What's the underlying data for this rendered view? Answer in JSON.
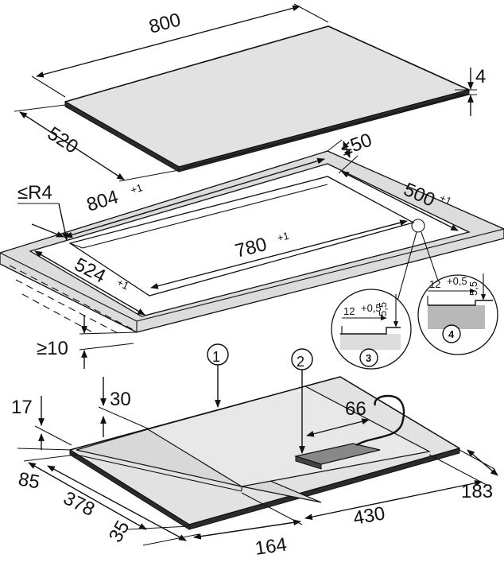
{
  "top_view": {
    "width": "800",
    "thickness": "4",
    "depth": "520"
  },
  "cutout": {
    "width": "804",
    "width_tol": "+1",
    "depth": "500",
    "depth_tol": "+1",
    "radius": "≤R4",
    "distance_back": "≤50",
    "inner_width": "780",
    "inner_width_tol": "+1",
    "inner_depth": "524",
    "inner_depth_tol": "+1",
    "worktop_min": "≥10"
  },
  "details": {
    "d3_label": "3",
    "d3_w": "12",
    "d3_w_tol": "+0,5",
    "d3_h": "5,5",
    "d4_label": "4",
    "d4_w": "12",
    "d4_w_tol": "+0,5",
    "d4_h": "5,5"
  },
  "callouts": {
    "c1": "1",
    "c2": "2"
  },
  "bottom_view": {
    "d17": "17",
    "d30": "30",
    "d66": "66",
    "d85": "85",
    "d378": "378",
    "d35": "35",
    "d164": "164",
    "d430": "430",
    "d183": "183"
  }
}
